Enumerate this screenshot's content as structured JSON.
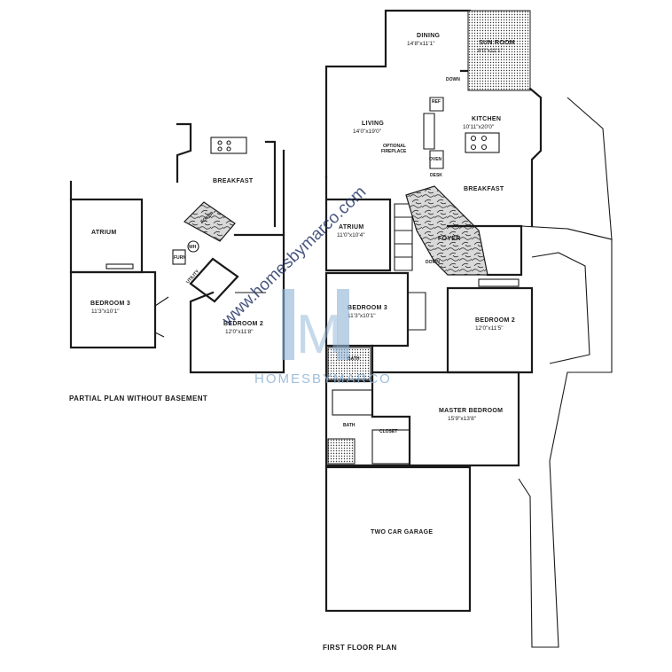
{
  "plans": {
    "partial": {
      "caption": "PARTIAL PLAN WITHOUT BASEMENT",
      "rooms": {
        "breakfast": {
          "name": "BREAKFAST"
        },
        "atrium": {
          "name": "ATRIUM"
        },
        "bedroom3": {
          "name": "BEDROOM 3",
          "size": "11'3\"x10'1\""
        },
        "bedroom2": {
          "name": "BEDROOM 2",
          "size": "12'0\"x11'8\""
        },
        "utility": {
          "name": "UTILITY"
        },
        "foyer": {
          "name": "FOYER"
        },
        "furn": {
          "name": "FURN"
        },
        "wh": {
          "name": "WH"
        }
      }
    },
    "first_floor": {
      "caption": "FIRST FLOOR PLAN",
      "rooms": {
        "dining": {
          "name": "DINING",
          "size": "14'8\"x11'1\""
        },
        "sunroom": {
          "name": "SUN ROOM",
          "size": "8'0\"x11'1\""
        },
        "living": {
          "name": "LIVING",
          "size": "14'0\"x19'0\""
        },
        "kitchen": {
          "name": "KITCHEN",
          "size": "10'11\"x20'0\""
        },
        "breakfast": {
          "name": "BREAKFAST"
        },
        "atrium": {
          "name": "ATRIUM",
          "size": "11'0\"x10'4\""
        },
        "foyer": {
          "name": "FOYER"
        },
        "bedroom3": {
          "name": "BEDROOM 3",
          "size": "11'3\"x10'1\""
        },
        "bedroom2": {
          "name": "BEDROOM 2",
          "size": "12'0\"x11'5\""
        },
        "master": {
          "name": "MASTER BEDROOM",
          "size": "15'9\"x13'8\""
        },
        "bath1": {
          "name": "BATH"
        },
        "bath2": {
          "name": "BATH"
        },
        "closet": {
          "name": "CLOSET"
        },
        "garage": {
          "name": "TWO CAR GARAGE"
        }
      },
      "notes": {
        "down_top": "DOWN",
        "down_foyer": "DOWN",
        "fireplace_1": "OPTIONAL",
        "fireplace_2": "FIREPLACE",
        "oven": "OVEN",
        "desk": "DESK",
        "ref": "REF"
      }
    }
  },
  "watermark": {
    "url": "www.homesbymarco.com",
    "brand": "HOMESBYMARCO",
    "logo_letter": "M"
  }
}
